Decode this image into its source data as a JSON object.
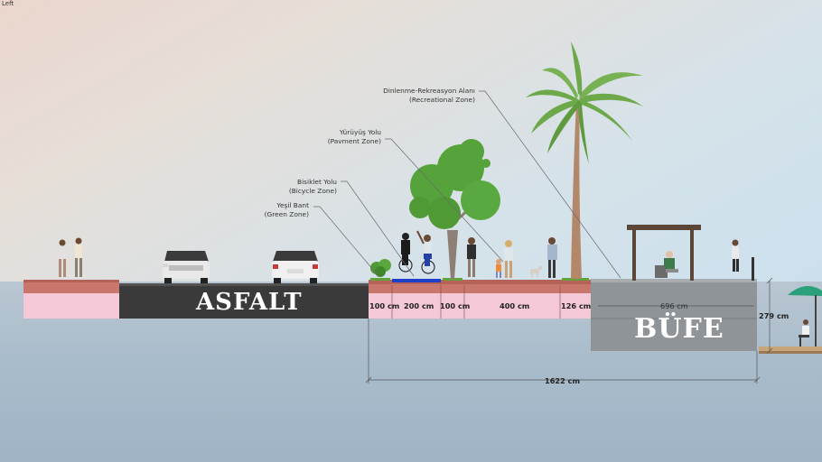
{
  "view_label": "Left",
  "labels": {
    "asphalt": "ASFALT",
    "kiosk": "BÜFE"
  },
  "annotations": {
    "recreational_tr": "Dinlenme-Rekreasyon Alanı",
    "recreational_en": "(Recreational Zone)",
    "pavement_tr": "Yürüyüş Yolu",
    "pavement_en": "(Pavment Zone)",
    "bicycle_tr": "Bisiklet Yolu",
    "bicycle_en": "(Bicycle Zone)",
    "green_tr": "Yeşil Bant",
    "green_en": "(Green Zone)"
  },
  "dimensions": {
    "green_left": "100 cm",
    "bicycle": "200 cm",
    "green_right": "100 cm",
    "pavement": "400 cm",
    "recreational": "126 cm",
    "kiosk_width": "696 cm",
    "kiosk_height": "279 cm",
    "total": "1622 cm"
  },
  "colors": {
    "sidewalk_top": "#b56358",
    "sidewalk_face": "#f4c8d6",
    "asphalt": "#3a3a3a",
    "bike_lane": "#1f3fc8",
    "grass": "#5fa33a",
    "kiosk_wall": "#8f9498",
    "tree_foliage": "#56a33b",
    "palm_foliage": "#6da84a",
    "palm_trunk": "#b3886a",
    "umbrella": "#2aa17a"
  },
  "icons": [
    "person-icon",
    "car-icon",
    "cyclist-icon",
    "tree-icon",
    "palm-tree-icon",
    "pergola-icon",
    "umbrella-icon"
  ]
}
